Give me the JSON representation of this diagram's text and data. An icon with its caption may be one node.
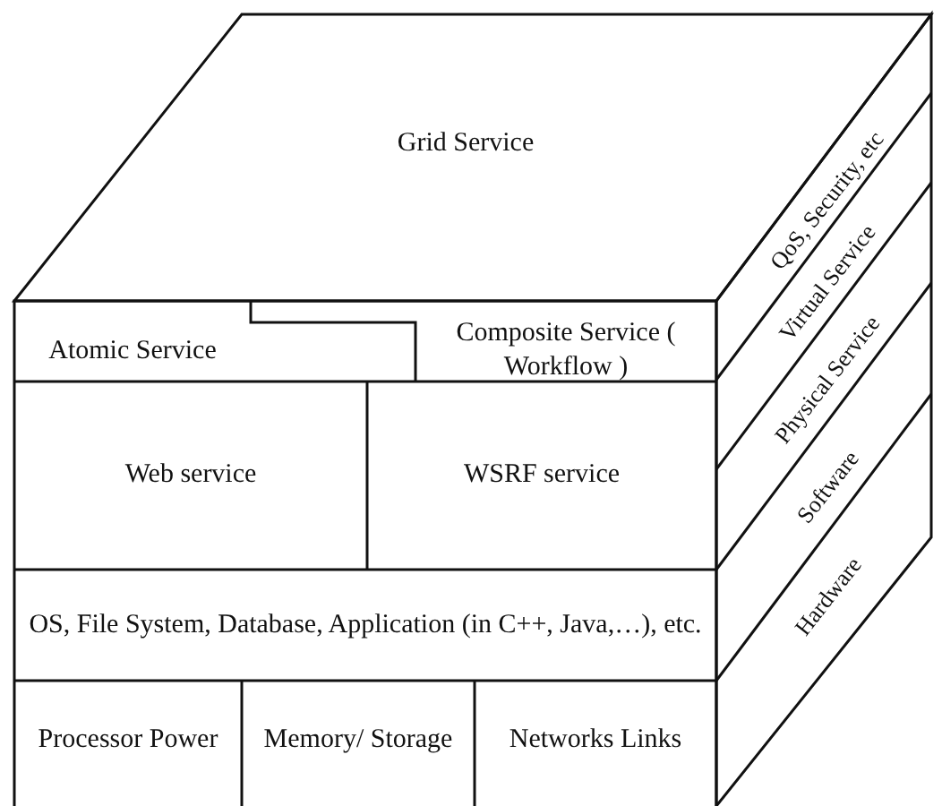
{
  "diagram": {
    "nodes": [
      {
        "text": [
          "Grid Service"
        ]
      },
      {
        "text": [
          "Atomic Service"
        ]
      },
      {
        "text": [
          "Composite Service ( Workflow )"
        ]
      },
      {
        "text": [
          "Web service"
        ]
      },
      {
        "text": [
          "WSRF service"
        ]
      },
      {
        "text": [
          "OS, File System, Database, Application (in C++, Java,…), etc."
        ]
      },
      {
        "text": [
          "Processor Power"
        ]
      },
      {
        "text": [
          "Memory/ Storage"
        ]
      },
      {
        "text": [
          "Networks Links"
        ]
      },
      {
        "text": [
          "QoS, Security, etc"
        ]
      },
      {
        "text": [
          "Virtual Service"
        ]
      },
      {
        "text": [
          "Physical Service"
        ]
      },
      {
        "text": [
          "Software"
        ]
      },
      {
        "text": [
          "Hardware"
        ]
      }
    ]
  }
}
